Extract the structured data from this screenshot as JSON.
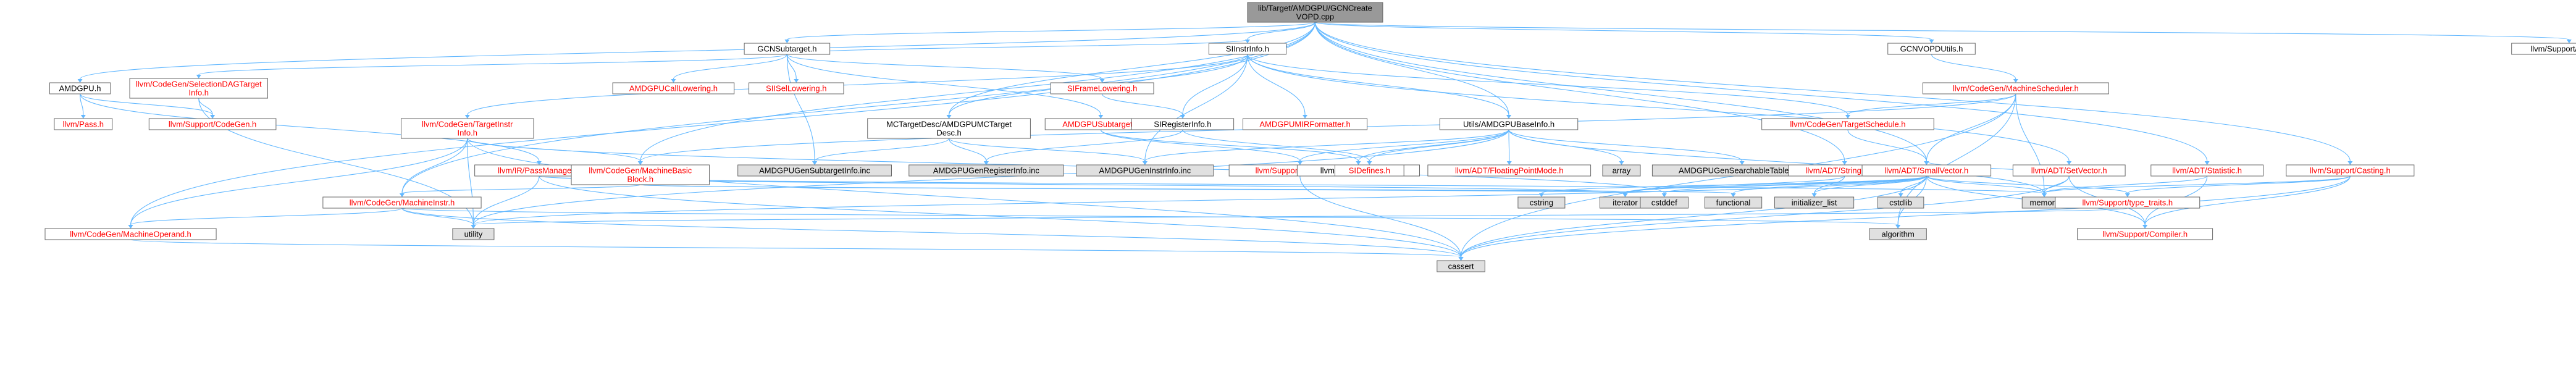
{
  "colors": {
    "edge": "#63b8ff",
    "text_linked": "#ff0000",
    "text_plain": "#000000",
    "border": "#666666",
    "fill_default": "#ffffff",
    "fill_root": "#999999",
    "fill_external": "#e0e0e0"
  },
  "nodes": [
    {
      "id": "root",
      "label": "lib/Target/AMDGPU/GCNCreate\nVOPD.cpp",
      "kind": "root"
    },
    {
      "id": "gcnsubtarget",
      "label": "GCNSubtarget.h",
      "kind": "normal"
    },
    {
      "id": "siinstrinfo",
      "label": "SIInstrInfo.h",
      "kind": "normal"
    },
    {
      "id": "gcnvopdutils",
      "label": "GCNVOPDUtils.h",
      "kind": "normal"
    },
    {
      "id": "debug",
      "label": "llvm/Support/Debug.h",
      "kind": "normal"
    },
    {
      "id": "amdgpuh",
      "label": "AMDGPU.h",
      "kind": "normal"
    },
    {
      "id": "seldag",
      "label": "llvm/CodeGen/SelectionDAGTarget\nInfo.h",
      "kind": "linked"
    },
    {
      "id": "callowering",
      "label": "AMDGPUCallLowering.h",
      "kind": "linked"
    },
    {
      "id": "isellowering",
      "label": "SIISelLowering.h",
      "kind": "linked"
    },
    {
      "id": "framelowering",
      "label": "SIFrameLowering.h",
      "kind": "linked"
    },
    {
      "id": "machinescheduler",
      "label": "llvm/CodeGen/MachineScheduler.h",
      "kind": "linked"
    },
    {
      "id": "pass",
      "label": "llvm/Pass.h",
      "kind": "linked"
    },
    {
      "id": "supportcodegen",
      "label": "llvm/Support/CodeGen.h",
      "kind": "linked"
    },
    {
      "id": "targetinstrinfo",
      "label": "llvm/CodeGen/TargetInstr\nInfo.h",
      "kind": "linked"
    },
    {
      "id": "mcdesc",
      "label": "MCTargetDesc/AMDGPUMCTarget\nDesc.h",
      "kind": "normal"
    },
    {
      "id": "amdgpusubtarget",
      "label": "AMDGPUSubtarget.h",
      "kind": "linked"
    },
    {
      "id": "siregisterinfo",
      "label": "SIRegisterInfo.h",
      "kind": "normal"
    },
    {
      "id": "mirformatter",
      "label": "AMDGPUMIRFormatter.h",
      "kind": "linked"
    },
    {
      "id": "baseinfo",
      "label": "Utils/AMDGPUBaseInfo.h",
      "kind": "normal"
    },
    {
      "id": "targetschedule",
      "label": "llvm/CodeGen/TargetSchedule.h",
      "kind": "linked"
    },
    {
      "id": "setvector",
      "label": "llvm/ADT/SetVector.h",
      "kind": "linked"
    },
    {
      "id": "statistic",
      "label": "llvm/ADT/Statistic.h",
      "kind": "linked"
    },
    {
      "id": "casting",
      "label": "llvm/Support/Casting.h",
      "kind": "linked"
    },
    {
      "id": "passmanager",
      "label": "llvm/IR/PassManager.h",
      "kind": "linked"
    },
    {
      "id": "mbb",
      "label": "llvm/CodeGen/MachineBasic\nBlock.h",
      "kind": "linked"
    },
    {
      "id": "subtargetinfoinc",
      "label": "AMDGPUGenSubtargetInfo.inc",
      "kind": "external"
    },
    {
      "id": "registerinfoinc",
      "label": "AMDGPUGenRegisterInfo.inc",
      "kind": "external"
    },
    {
      "id": "instrinfoinc",
      "label": "AMDGPUGenInstrInfo.inc",
      "kind": "external"
    },
    {
      "id": "alignment",
      "label": "llvm/Support/Alignment.h",
      "kind": "linked"
    },
    {
      "id": "callingconv",
      "label": "llvm/IR/CallingConv.h",
      "kind": "normal"
    },
    {
      "id": "sidefines",
      "label": "SIDefines.h",
      "kind": "linked"
    },
    {
      "id": "floatingpointmode",
      "label": "llvm/ADT/FloatingPointMode.h",
      "kind": "linked"
    },
    {
      "id": "array",
      "label": "array",
      "kind": "external"
    },
    {
      "id": "searchable",
      "label": "AMDGPUGenSearchableTables.inc",
      "kind": "external"
    },
    {
      "id": "stringmap",
      "label": "llvm/ADT/StringMap.h",
      "kind": "linked"
    },
    {
      "id": "smallvector",
      "label": "llvm/ADT/SmallVector.h",
      "kind": "linked"
    },
    {
      "id": "machineinstr",
      "label": "llvm/CodeGen/MachineInstr.h",
      "kind": "linked"
    },
    {
      "id": "cstring",
      "label": "cstring",
      "kind": "external"
    },
    {
      "id": "iterator",
      "label": "iterator",
      "kind": "external"
    },
    {
      "id": "cstddef",
      "label": "cstddef",
      "kind": "external"
    },
    {
      "id": "functional",
      "label": "functional",
      "kind": "external"
    },
    {
      "id": "initializer_list",
      "label": "initializer_list",
      "kind": "external"
    },
    {
      "id": "cstdlib",
      "label": "cstdlib",
      "kind": "external"
    },
    {
      "id": "memory",
      "label": "memory",
      "kind": "external"
    },
    {
      "id": "typetraits",
      "label": "llvm/Support/type_traits.h",
      "kind": "linked"
    },
    {
      "id": "machineoperand",
      "label": "llvm/CodeGen/MachineOperand.h",
      "kind": "linked"
    },
    {
      "id": "utility",
      "label": "utility",
      "kind": "external"
    },
    {
      "id": "algorithm",
      "label": "algorithm",
      "kind": "external"
    },
    {
      "id": "compiler",
      "label": "llvm/Support/Compiler.h",
      "kind": "linked"
    },
    {
      "id": "cassert",
      "label": "cassert",
      "kind": "external"
    }
  ],
  "edges": [
    [
      "root",
      "gcnsubtarget"
    ],
    [
      "root",
      "siinstrinfo"
    ],
    [
      "root",
      "gcnvopdutils"
    ],
    [
      "root",
      "debug"
    ],
    [
      "root",
      "amdgpuh"
    ],
    [
      "root",
      "mcdesc"
    ],
    [
      "root",
      "baseinfo"
    ],
    [
      "root",
      "stringmap"
    ],
    [
      "root",
      "smallvector"
    ],
    [
      "root",
      "statistic"
    ],
    [
      "root",
      "casting"
    ],
    [
      "root",
      "machineinstr"
    ],
    [
      "root",
      "mbb"
    ],
    [
      "root",
      "machineoperand"
    ],
    [
      "gcnsubtarget",
      "seldag"
    ],
    [
      "gcnsubtarget",
      "callowering"
    ],
    [
      "gcnsubtarget",
      "isellowering"
    ],
    [
      "gcnsubtarget",
      "framelowering"
    ],
    [
      "gcnsubtarget",
      "siinstrinfo"
    ],
    [
      "gcnsubtarget",
      "amdgpusubtarget"
    ],
    [
      "gcnsubtarget",
      "subtargetinfoinc"
    ],
    [
      "seldag",
      "supportcodegen"
    ],
    [
      "seldag",
      "utility"
    ],
    [
      "amdgpuh",
      "pass"
    ],
    [
      "amdgpuh",
      "supportcodegen"
    ],
    [
      "amdgpuh",
      "passmanager"
    ],
    [
      "framelowering",
      "siregisterinfo"
    ],
    [
      "siinstrinfo",
      "targetinstrinfo"
    ],
    [
      "siinstrinfo",
      "mcdesc"
    ],
    [
      "siinstrinfo",
      "siregisterinfo"
    ],
    [
      "siinstrinfo",
      "mirformatter"
    ],
    [
      "siinstrinfo",
      "baseinfo"
    ],
    [
      "siinstrinfo",
      "targetschedule"
    ],
    [
      "siinstrinfo",
      "setvector"
    ],
    [
      "siinstrinfo",
      "instrinfoinc"
    ],
    [
      "gcnvopdutils",
      "machinescheduler"
    ],
    [
      "machinescheduler",
      "targetschedule"
    ],
    [
      "machinescheduler",
      "smallvector"
    ],
    [
      "machinescheduler",
      "mbb"
    ],
    [
      "machinescheduler",
      "cassert"
    ],
    [
      "machinescheduler",
      "memory"
    ],
    [
      "machinescheduler",
      "algorithm"
    ],
    [
      "targetinstrinfo",
      "mbb"
    ],
    [
      "targetinstrinfo",
      "machineinstr"
    ],
    [
      "targetinstrinfo",
      "machineoperand"
    ],
    [
      "targetinstrinfo",
      "utility"
    ],
    [
      "targetinstrinfo",
      "cassert"
    ],
    [
      "targetinstrinfo",
      "cstddef"
    ],
    [
      "mcdesc",
      "subtargetinfoinc"
    ],
    [
      "mcdesc",
      "registerinfoinc"
    ],
    [
      "mcdesc",
      "instrinfoinc"
    ],
    [
      "amdgpusubtarget",
      "alignment"
    ],
    [
      "amdgpusubtarget",
      "callingconv"
    ],
    [
      "siregisterinfo",
      "registerinfoinc"
    ],
    [
      "siregisterinfo",
      "sidefines"
    ],
    [
      "baseinfo",
      "sidefines"
    ],
    [
      "baseinfo",
      "floatingpointmode"
    ],
    [
      "baseinfo",
      "array"
    ],
    [
      "baseinfo",
      "searchable"
    ],
    [
      "baseinfo",
      "callingconv"
    ],
    [
      "baseinfo",
      "alignment"
    ],
    [
      "baseinfo",
      "instrinfoinc"
    ],
    [
      "baseinfo",
      "memory"
    ],
    [
      "baseinfo",
      "utility"
    ],
    [
      "targetschedule",
      "smallvector"
    ],
    [
      "setvector",
      "smallvector"
    ],
    [
      "setvector",
      "compiler"
    ],
    [
      "setvector",
      "memory"
    ],
    [
      "setvector",
      "cassert"
    ],
    [
      "statistic",
      "compiler"
    ],
    [
      "statistic",
      "memory"
    ],
    [
      "casting",
      "typetraits"
    ],
    [
      "casting",
      "compiler"
    ],
    [
      "casting",
      "memory"
    ],
    [
      "casting",
      "cassert"
    ],
    [
      "passmanager",
      "utility"
    ],
    [
      "passmanager",
      "memory"
    ],
    [
      "passmanager",
      "iterator"
    ],
    [
      "passmanager",
      "cassert"
    ],
    [
      "mbb",
      "machineinstr"
    ],
    [
      "mbb",
      "iterator"
    ],
    [
      "mbb",
      "functional"
    ],
    [
      "stringmap",
      "iterator"
    ],
    [
      "stringmap",
      "initializer_list"
    ],
    [
      "smallvector",
      "compiler"
    ],
    [
      "smallvector",
      "typetraits"
    ],
    [
      "smallvector",
      "algorithm"
    ],
    [
      "smallvector",
      "cassert"
    ],
    [
      "smallvector",
      "cstddef"
    ],
    [
      "smallvector",
      "cstdlib"
    ],
    [
      "smallvector",
      "cstring"
    ],
    [
      "smallvector",
      "functional"
    ],
    [
      "smallvector",
      "initializer_list"
    ],
    [
      "smallvector",
      "iterator"
    ],
    [
      "smallvector",
      "memory"
    ],
    [
      "smallvector",
      "utility"
    ],
    [
      "machineinstr",
      "machineoperand"
    ],
    [
      "machineinstr",
      "algorithm"
    ],
    [
      "machineinstr",
      "utility"
    ],
    [
      "machineinstr",
      "cassert"
    ],
    [
      "machineoperand",
      "cassert"
    ],
    [
      "alignment",
      "cassert"
    ],
    [
      "typetraits",
      "utility"
    ]
  ]
}
